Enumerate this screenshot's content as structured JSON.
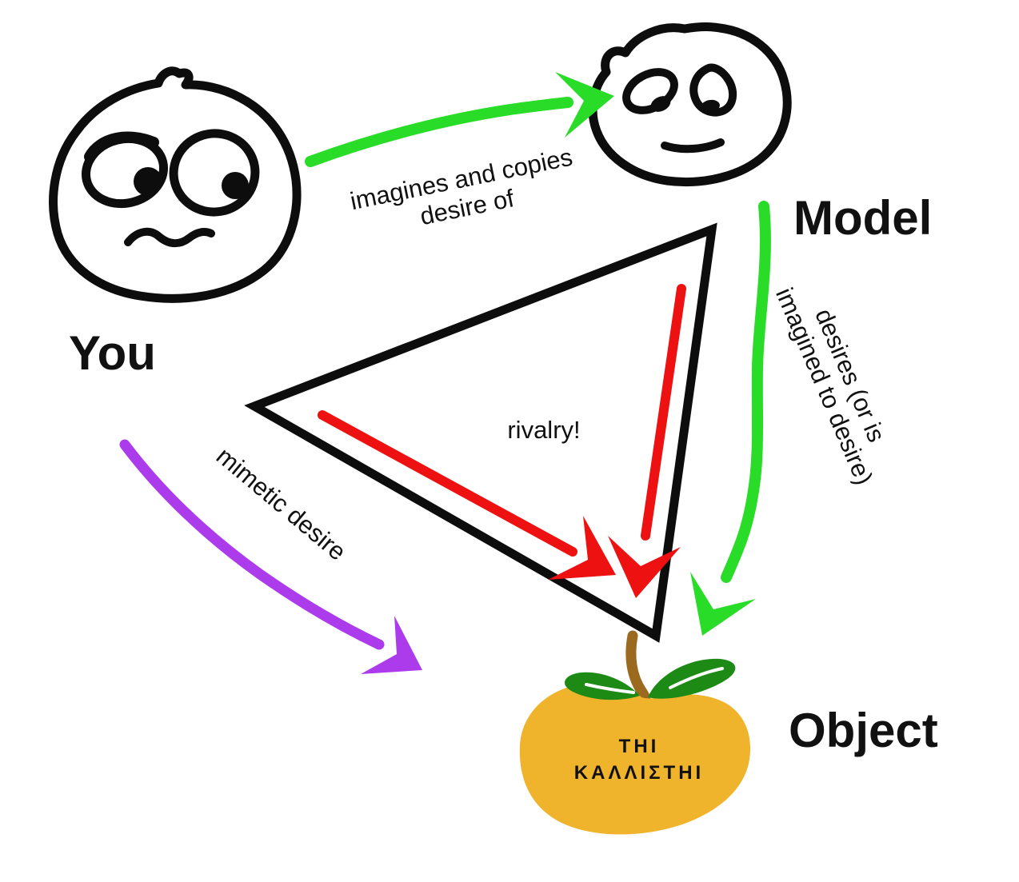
{
  "colors": {
    "ink": "#0d0d0d",
    "green": "#28dc28",
    "red": "#ee1111",
    "purple": "#ac3bec",
    "apple": "#f0b42c",
    "leaf": "#1c8a14",
    "stem": "#9b6a1e",
    "apple_text": "#1a1a1a",
    "text": "#111111"
  },
  "nodes": {
    "you": {
      "label": "You"
    },
    "model": {
      "label": "Model"
    },
    "object": {
      "label": "Object"
    }
  },
  "labels": {
    "imitation_line1": "imagines and copies",
    "imitation_line2": "desire of",
    "model_desire_line1": "desires (or is",
    "model_desire_line2": "imagined to desire)",
    "mimetic": "mimetic desire",
    "rivalry": "rivalry!"
  },
  "apple": {
    "inscription_line1": "ΤΗΙ",
    "inscription_line2": "ΚΑΛΛΙΣΤΗΙ"
  }
}
